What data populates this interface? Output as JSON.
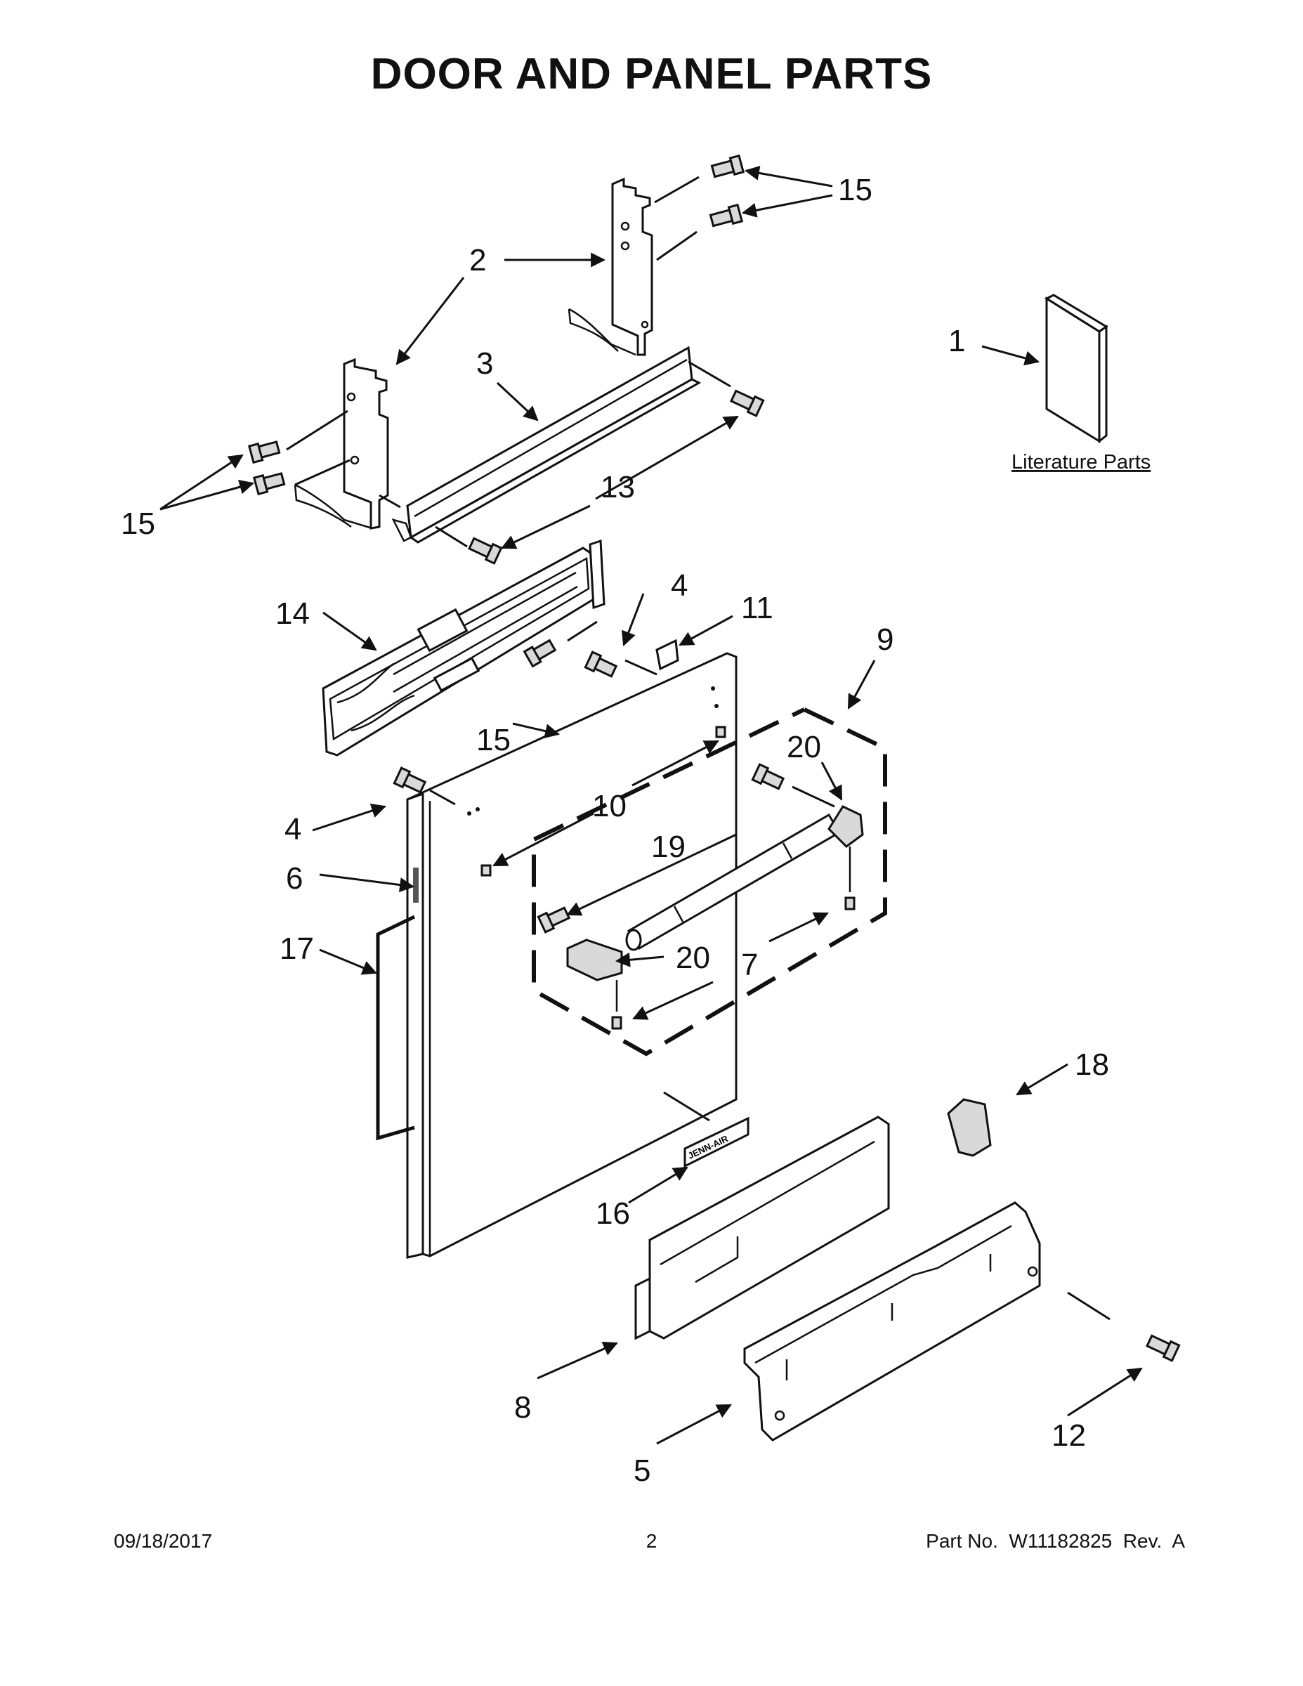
{
  "page": {
    "title": "DOOR AND PANEL PARTS",
    "literature_label": "Literature Parts"
  },
  "footer": {
    "date": "09/18/2017",
    "page_number": "2",
    "part_no": "Part No.  W11182825  Rev.  A"
  },
  "callouts": [
    {
      "id": "15a",
      "label": "15"
    },
    {
      "id": "2",
      "label": "2"
    },
    {
      "id": "1",
      "label": "1"
    },
    {
      "id": "3",
      "label": "3"
    },
    {
      "id": "15b",
      "label": "15"
    },
    {
      "id": "13",
      "label": "13"
    },
    {
      "id": "14",
      "label": "14"
    },
    {
      "id": "4a",
      "label": "4"
    },
    {
      "id": "11",
      "label": "11"
    },
    {
      "id": "9",
      "label": "9"
    },
    {
      "id": "15c",
      "label": "15"
    },
    {
      "id": "20a",
      "label": "20"
    },
    {
      "id": "4b",
      "label": "4"
    },
    {
      "id": "10",
      "label": "10"
    },
    {
      "id": "19",
      "label": "19"
    },
    {
      "id": "6",
      "label": "6"
    },
    {
      "id": "17",
      "label": "17"
    },
    {
      "id": "20b",
      "label": "20"
    },
    {
      "id": "7",
      "label": "7"
    },
    {
      "id": "18",
      "label": "18"
    },
    {
      "id": "16",
      "label": "16"
    },
    {
      "id": "8",
      "label": "8"
    },
    {
      "id": "12",
      "label": "12"
    },
    {
      "id": "5",
      "label": "5"
    }
  ],
  "logo_text": "JENN-AIR"
}
